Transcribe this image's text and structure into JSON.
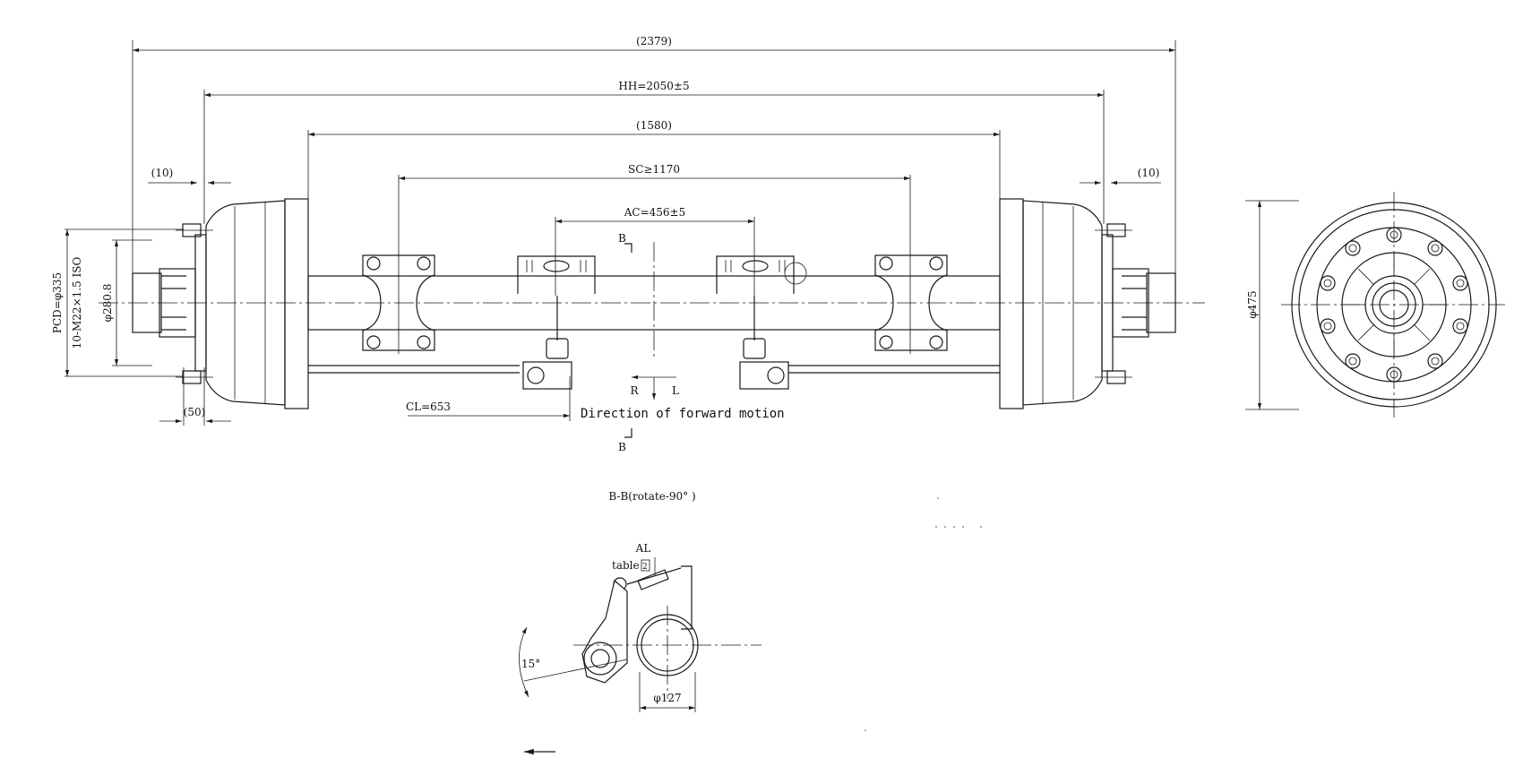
{
  "dimensions": {
    "overall": "(2379)",
    "hub_to_hub": "HH=2050±5",
    "brake_drum_span": "(1580)",
    "spring_centre": "SC≥1170",
    "air_chamber": "AC=456±5",
    "left_offset": "(10)",
    "right_offset": "(10)",
    "stud_offset": "(50)",
    "chamber_line": "CL=653",
    "pcd": "PCD=φ335",
    "studs": "10-M22×1.5 ISO",
    "pilot": "φ280.8",
    "drum_dia": "φ475",
    "tube_dia": "φ127",
    "angle": "15°"
  },
  "labels": {
    "section_top": "B",
    "section_bottom": "B",
    "right_mark": "R",
    "left_mark": "L",
    "direction": "Direction of forward motion",
    "section_title": "B-B(rotate-90° )",
    "adjuster_al": "AL",
    "adjuster_table": "table",
    "adjuster_table_num": "2"
  }
}
